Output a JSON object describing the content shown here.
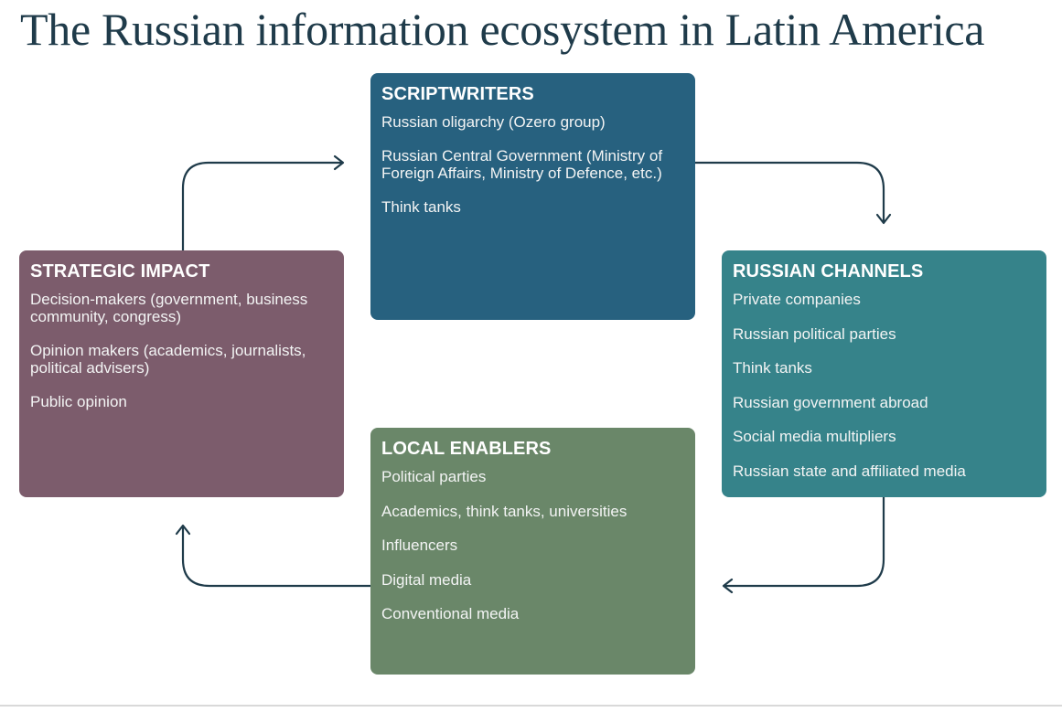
{
  "title": "The Russian information ecosystem in Latin America",
  "colors": {
    "title_text": "#1f3b4a",
    "scriptwriters": "#27617f",
    "strategic_impact": "#7c5c6c",
    "russian_channels": "#36838a",
    "local_enablers": "#6a8769",
    "arrows": "#1f3b4a"
  },
  "boxes": {
    "scriptwriters": {
      "title": "SCRIPTWRITERS",
      "items": [
        "Russian oligarchy (Ozero group)",
        "Russian Central Government (Ministry of Foreign Affairs, Ministry of Defence, etc.)",
        "Think tanks"
      ]
    },
    "strategic_impact": {
      "title": "STRATEGIC IMPACT",
      "items": [
        "Decision-makers (government, business community, congress)",
        "Opinion makers (academics, journalists, political advisers)",
        "Public opinion"
      ]
    },
    "russian_channels": {
      "title": "RUSSIAN CHANNELS",
      "items": [
        "Private companies",
        "Russian political parties",
        "Think tanks",
        "Russian government abroad",
        "Social media multipliers",
        "Russian state and affiliated media"
      ]
    },
    "local_enablers": {
      "title": "LOCAL ENABLERS",
      "items": [
        "Political parties",
        "Academics, think tanks, universities",
        "Influencers",
        "Digital media",
        "Conventional media"
      ]
    }
  },
  "flow": [
    "scriptwriters",
    "russian_channels",
    "local_enablers",
    "strategic_impact",
    "scriptwriters"
  ]
}
